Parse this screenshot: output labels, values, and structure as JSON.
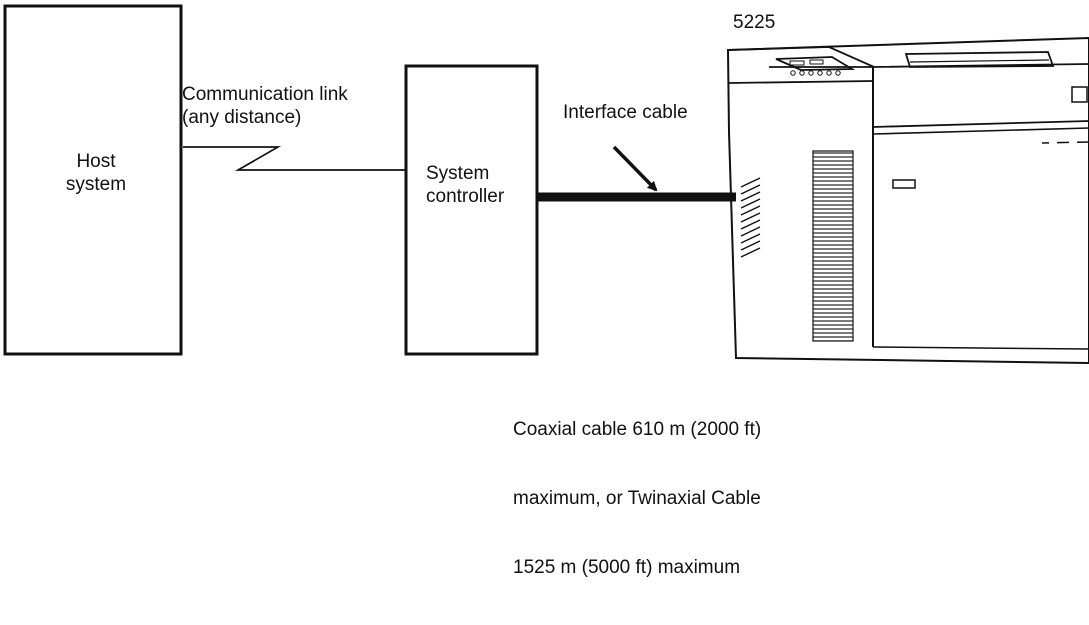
{
  "diagram": {
    "host_system_label": "Host\nsystem",
    "communication_link_label": "Communication link\n(any distance)",
    "system_controller_label": "System\ncontroller",
    "interface_cable_label": "Interface cable",
    "printer_model_label": "5225",
    "cable_note_lines": [
      "Coaxial cable 610 m (2000 ft)",
      "maximum, or Twinaxial Cable",
      "1525 m (5000 ft) maximum"
    ]
  }
}
